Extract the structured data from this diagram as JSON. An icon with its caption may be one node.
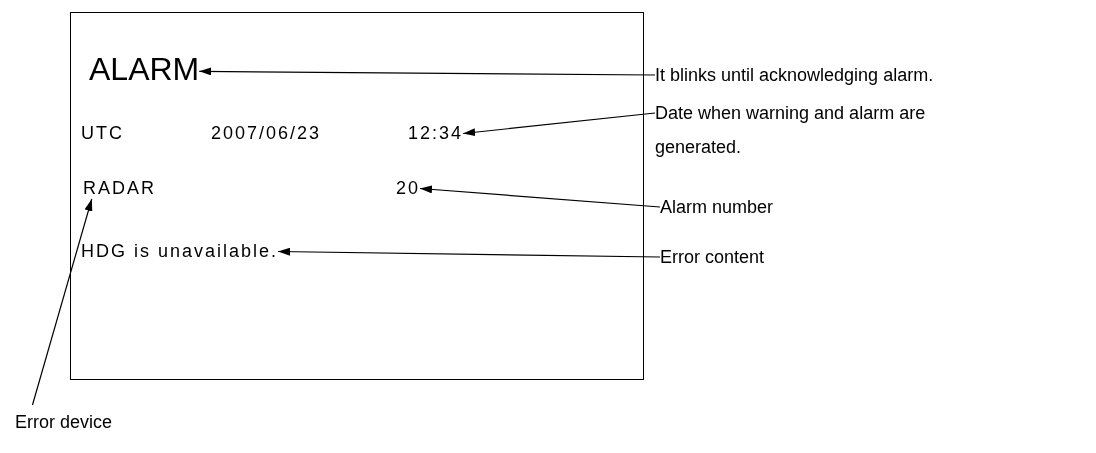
{
  "diagram": {
    "nodes": [
      {
        "text": [],
        "shape": "box"
      },
      {
        "text": [
          "ALARM"
        ],
        "in": 0
      },
      {
        "text": [
          "UTC 2007/06/23 12:34"
        ],
        "in": 0
      },
      {
        "text": [
          "RADAR"
        ],
        "in": 0
      },
      {
        "text": [
          "20"
        ],
        "in": 0
      },
      {
        "text": [
          "HDG is unavailable."
        ],
        "in": 0
      },
      {
        "text": [
          "It blinks until acknowledging alarm."
        ]
      },
      {
        "text": [
          "Date when warning and alarm are generated."
        ]
      },
      {
        "text": [
          "Alarm number"
        ]
      },
      {
        "text": [
          "Error content"
        ]
      },
      {
        "text": [
          "Error device"
        ]
      }
    ],
    "edges": [
      {
        "from": 6,
        "to": 1,
        "arrow": "to"
      },
      {
        "from": 7,
        "to": 2,
        "arrow": "to"
      },
      {
        "from": 8,
        "to": 4,
        "arrow": "to"
      },
      {
        "from": 9,
        "to": 5,
        "arrow": "to"
      },
      {
        "from": 10,
        "to": 3,
        "arrow": "to"
      }
    ]
  }
}
